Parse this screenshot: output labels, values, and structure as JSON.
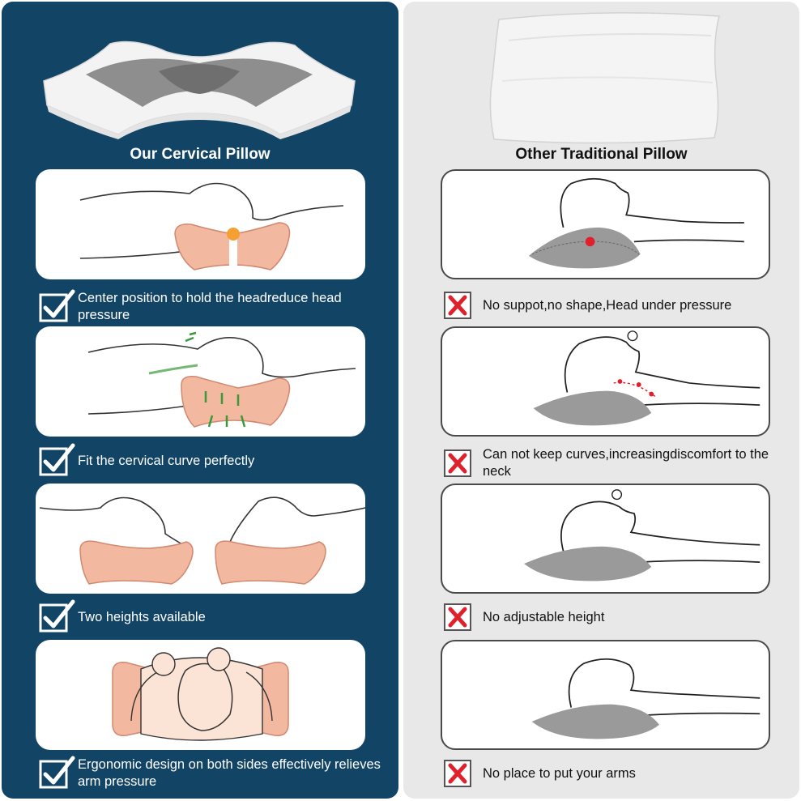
{
  "left": {
    "heading": "Our Cervical Pillow",
    "features": [
      {
        "text": "Center position to hold the headreduce head pressure"
      },
      {
        "text": "Fit the cervical curve perfectly"
      },
      {
        "text": "Two heights available"
      },
      {
        "text": "Ergonomic design on both sides effectively relieves arm pressure"
      }
    ]
  },
  "right": {
    "heading": "Other Traditional Pillow",
    "issues": [
      {
        "text": "No suppot,no shape,Head under pressure"
      },
      {
        "text": "Can not keep curves,increasingdiscomfort to the neck"
      },
      {
        "text": "No adjustable height"
      },
      {
        "text": "No place to put your arms"
      }
    ]
  },
  "colors": {
    "left_panel": "#124466",
    "right_panel": "#e8e8e8",
    "pillow_foam": "#f2b8a0",
    "pressure_red": "#e0202a",
    "support_green": "#3a9a3a",
    "support_orange": "#f5a030"
  },
  "icons": {
    "check": "checkmark-icon",
    "cross": "x-mark-icon"
  }
}
